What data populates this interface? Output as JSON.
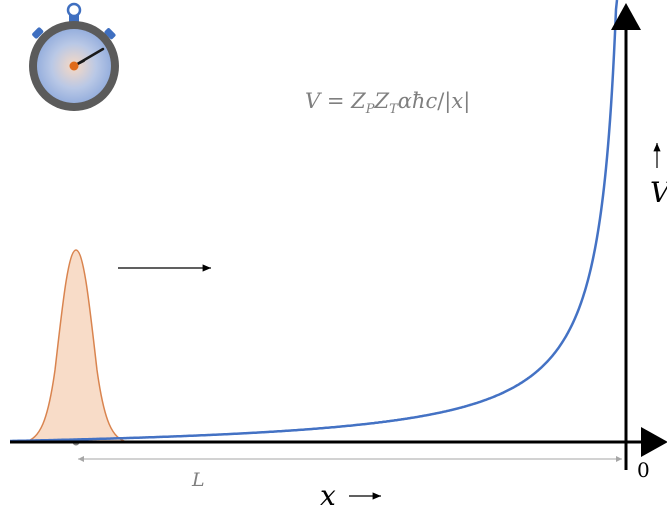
{
  "formula": {
    "lhs": "V",
    "eq": " = ",
    "z": "Z",
    "p_sub": "P",
    "t_sub": "T",
    "alpha": "α",
    "hbar": "ħ",
    "c": "c",
    "rest": "/|",
    "x": "x",
    "close": "|"
  },
  "labels": {
    "origin": "0",
    "length": "L",
    "x_axis": "x",
    "y_axis": "V"
  },
  "colors": {
    "potential_curve": "#4472C4",
    "wavepacket_stroke": "#D9844F",
    "wavepacket_fill": "#F8DCC8",
    "formula_text": "#7F7F7F",
    "stopwatch_face": "#8EA9DB",
    "stopwatch_rim": "#595959",
    "stopwatch_accent": "#3F6FC0",
    "stopwatch_center": "#E06B1A"
  },
  "icons": {
    "stopwatch": "stopwatch-icon"
  }
}
